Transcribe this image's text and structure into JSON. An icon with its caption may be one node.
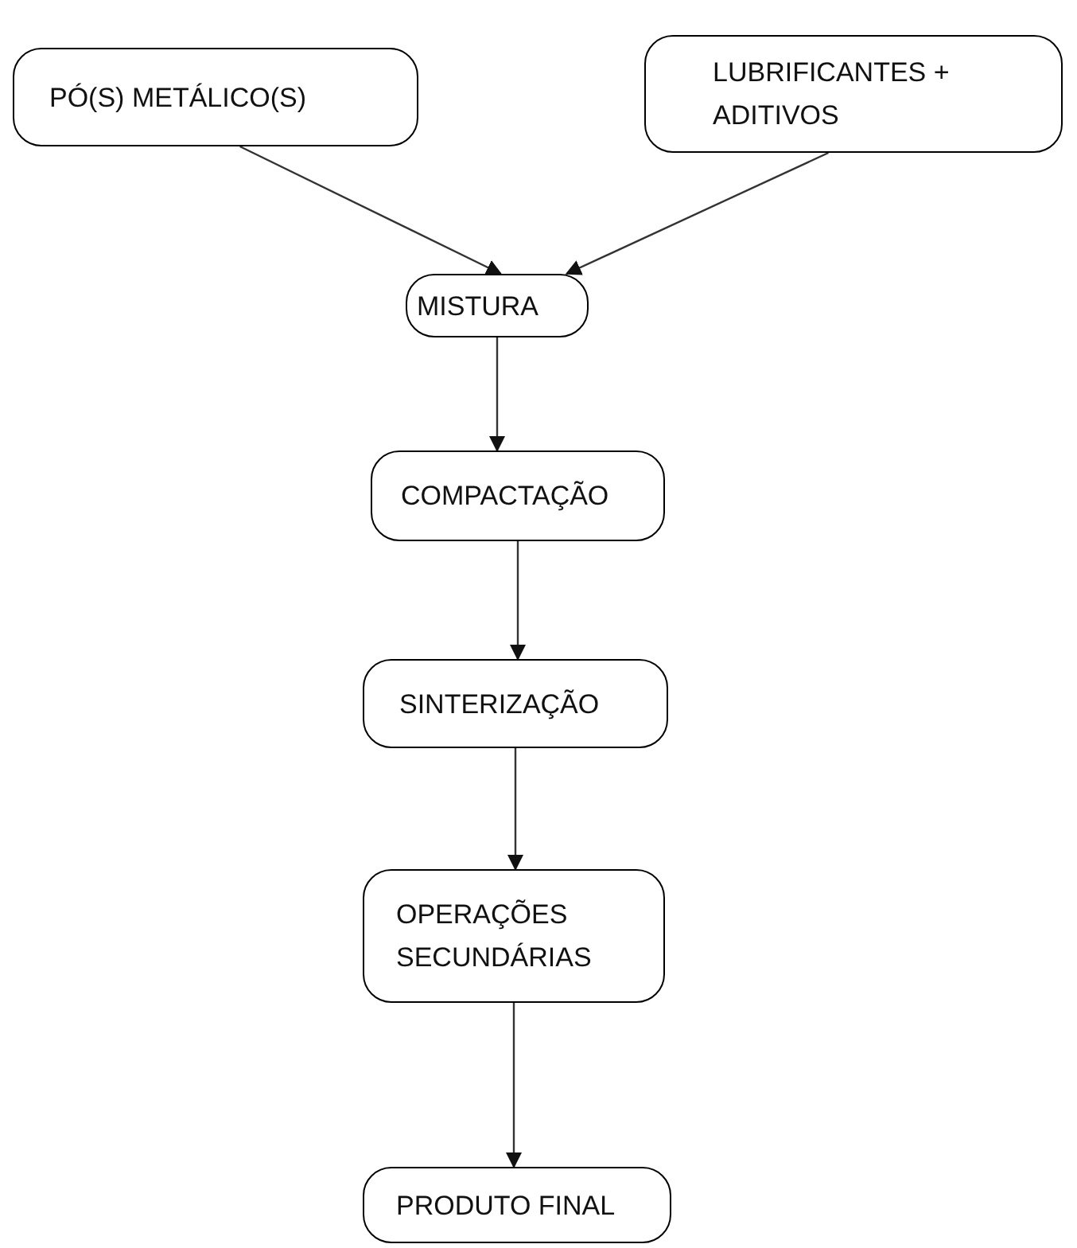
{
  "diagram": {
    "nodes": [
      {
        "text": [
          "PÓ(S) METÁLICO(S)"
        ]
      },
      {
        "text": [
          "LUBRIFICANTES + ADITIVOS"
        ]
      },
      {
        "text": [
          "MISTURA"
        ]
      },
      {
        "text": [
          "COMPACTAÇÃO"
        ]
      },
      {
        "text": [
          "SINTERIZAÇÃO"
        ]
      },
      {
        "text": [
          "OPERAÇÕES SECUNDÁRIAS"
        ]
      },
      {
        "text": [
          "PRODUTO FINAL"
        ]
      }
    ],
    "edges": [
      {
        "from": 0,
        "to": 2,
        "arrow": "to"
      },
      {
        "from": 1,
        "to": 2,
        "arrow": "to"
      },
      {
        "from": 2,
        "to": 3,
        "arrow": "to"
      },
      {
        "from": 3,
        "to": 4,
        "arrow": "to"
      },
      {
        "from": 4,
        "to": 5,
        "arrow": "to"
      },
      {
        "from": 5,
        "to": 6,
        "arrow": "to"
      }
    ]
  }
}
